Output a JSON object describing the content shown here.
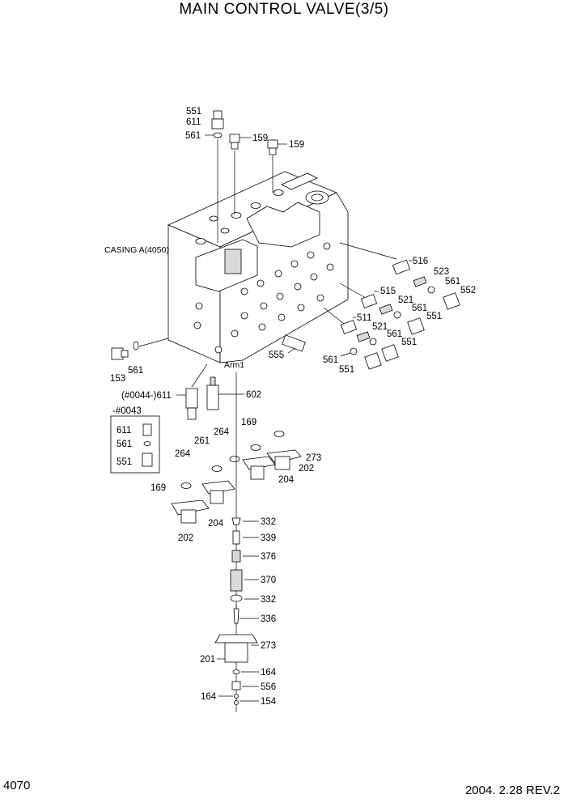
{
  "page": {
    "title": "MAIN CONTROL VALVE(3/5)",
    "page_number": "4070",
    "revision": "2004. 2.28 REV.2"
  },
  "diagram": {
    "casing_label": "CASING A(4050)",
    "arm_label": "Arm1",
    "inset_label": "-#0043",
    "labels": {
      "l551a": "551",
      "l611a": "611",
      "l561a": "561",
      "l159a": "159",
      "l159b": "159",
      "l516": "516",
      "l523": "523",
      "l561b": "561",
      "l552": "552",
      "l515": "515",
      "l521a": "521",
      "l561c": "561",
      "l551b": "551",
      "l511": "511",
      "l521b": "521",
      "l561d": "561",
      "l551c": "551",
      "l555": "555",
      "l561e": "561",
      "l551d": "551",
      "l153": "153",
      "l561f": "561",
      "l611b": "(#0044-)611",
      "l602": "602",
      "l611c": "611",
      "l561g": "561",
      "l551e": "551",
      "l169a": "169",
      "l264a": "264",
      "l261": "261",
      "l273a": "273",
      "l202a": "202",
      "l264b": "264",
      "l204a": "204",
      "l169b": "169",
      "l204b": "204",
      "l202b": "202",
      "l332a": "332",
      "l339": "339",
      "l376": "376",
      "l370": "370",
      "l332b": "332",
      "l336": "336",
      "l273b": "273",
      "l201": "201",
      "l164a": "164",
      "l556": "556",
      "l164b": "164",
      "l154": "154"
    }
  }
}
